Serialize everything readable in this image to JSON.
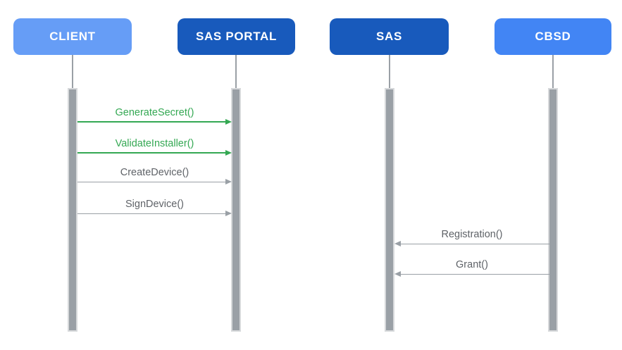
{
  "diagram_type": "sequence-diagram",
  "actors": [
    {
      "id": "client",
      "name": "CLIENT",
      "color": "#669DF6"
    },
    {
      "id": "sas-portal",
      "name": "SAS PORTAL",
      "color": "#185ABC"
    },
    {
      "id": "sas",
      "name": "SAS",
      "color": "#185ABC"
    },
    {
      "id": "cbsd",
      "name": "CBSD",
      "color": "#4285F4"
    }
  ],
  "messages": [
    {
      "label": "GenerateSecret()",
      "from": "CLIENT",
      "to": "SAS PORTAL",
      "direction": "right",
      "text_color": "#34A853",
      "line_color": "#34A853"
    },
    {
      "label": "ValidateInstaller()",
      "from": "CLIENT",
      "to": "SAS PORTAL",
      "direction": "right",
      "text_color": "#34A853",
      "line_color": "#34A853"
    },
    {
      "label": "CreateDevice()",
      "from": "CLIENT",
      "to": "SAS PORTAL",
      "direction": "right",
      "text_color": "#5F6368",
      "line_color": "#9AA0A6"
    },
    {
      "label": "SignDevice()",
      "from": "CLIENT",
      "to": "SAS PORTAL",
      "direction": "right",
      "text_color": "#5F6368",
      "line_color": "#9AA0A6"
    },
    {
      "label": "Registration()",
      "from": "CBSD",
      "to": "SAS",
      "direction": "left",
      "text_color": "#5F6368",
      "line_color": "#9AA0A6"
    },
    {
      "label": "Grant()",
      "from": "CBSD",
      "to": "SAS",
      "direction": "left",
      "text_color": "#5F6368",
      "line_color": "#9AA0A6"
    }
  ],
  "colors": {
    "background": "#FFFFFF",
    "actor_text": "#FFFFFF",
    "lifeline": "#9AA0A6",
    "activation_fill": "#9AA0A6",
    "activation_border": "#D7D9DB",
    "green_accent": "#34A853",
    "gray_text": "#5F6368",
    "gray_arrow": "#9AA0A6"
  }
}
